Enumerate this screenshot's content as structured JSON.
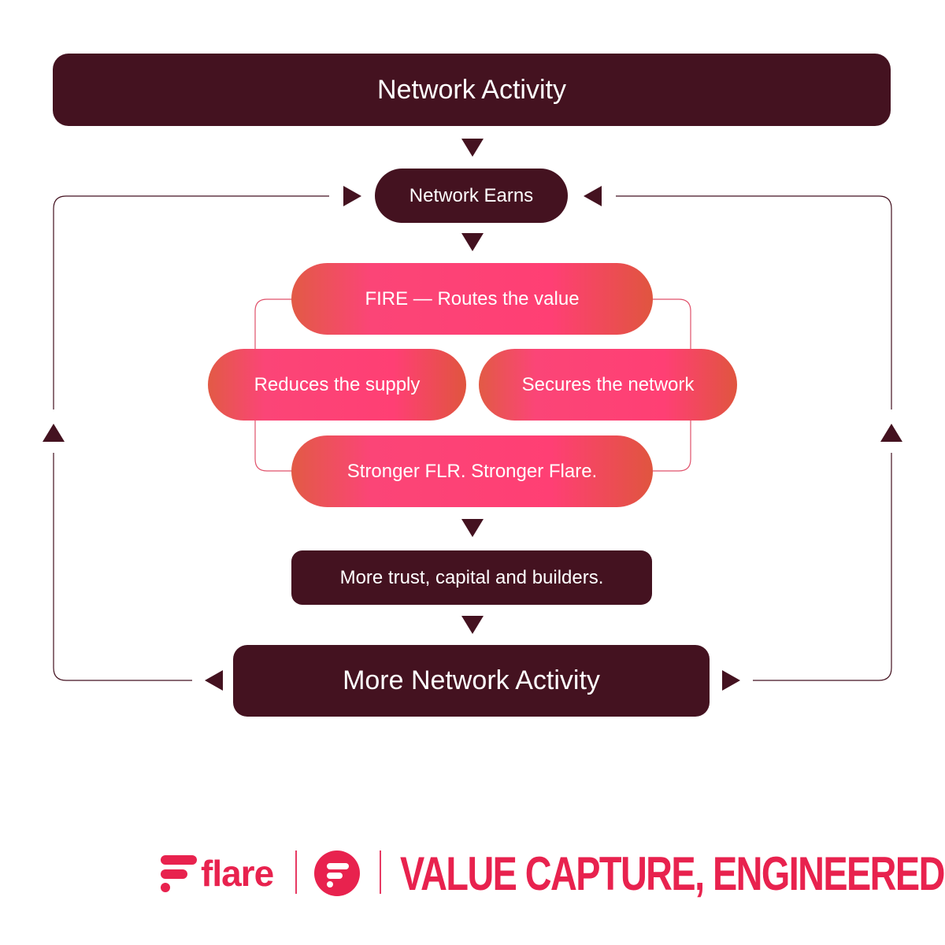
{
  "diagram": {
    "top_box": "Network Activity",
    "earns": "Network Earns",
    "fire": "FIRE — Routes the value",
    "reduces": "Reduces the supply",
    "secures": "Secures the network",
    "stronger": "Stronger FLR. Stronger Flare.",
    "trust": "More trust, capital and builders.",
    "more_activity": "More Network Activity"
  },
  "footer": {
    "brand": "flare",
    "slogan": "VALUE CAPTURE, ENGINEERED"
  },
  "colors": {
    "dark": "#441220",
    "pink": "#ff3f74",
    "coral": "#e25a45",
    "brand_red": "#e8224e",
    "line_dark": "#441220",
    "line_pink": "#e0506a"
  },
  "icons": [
    "flare-logo-icon",
    "flare-circle-icon",
    "arrow-down-icon",
    "arrow-right-icon",
    "arrow-left-icon",
    "arrow-up-icon"
  ]
}
